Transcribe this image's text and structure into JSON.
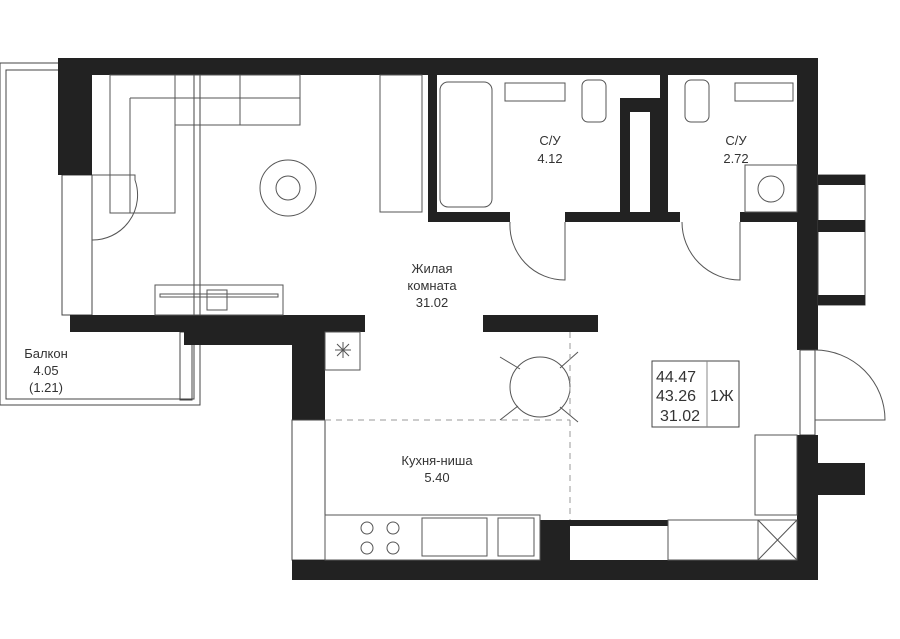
{
  "rooms": {
    "living": {
      "name": "Жилая",
      "name2": "комната",
      "area": "31.02"
    },
    "bath1": {
      "name": "С/У",
      "area": "4.12"
    },
    "bath2": {
      "name": "С/У",
      "area": "2.72"
    },
    "kitchen": {
      "name": "Кухня-ниша",
      "area": "5.40"
    },
    "balcony": {
      "name": "Балкон",
      "area": "4.05",
      "area_reduced": "(1.21)"
    }
  },
  "summary": {
    "total": "44.47",
    "without_balcony": "43.26",
    "living": "31.02",
    "type": "1Ж"
  }
}
